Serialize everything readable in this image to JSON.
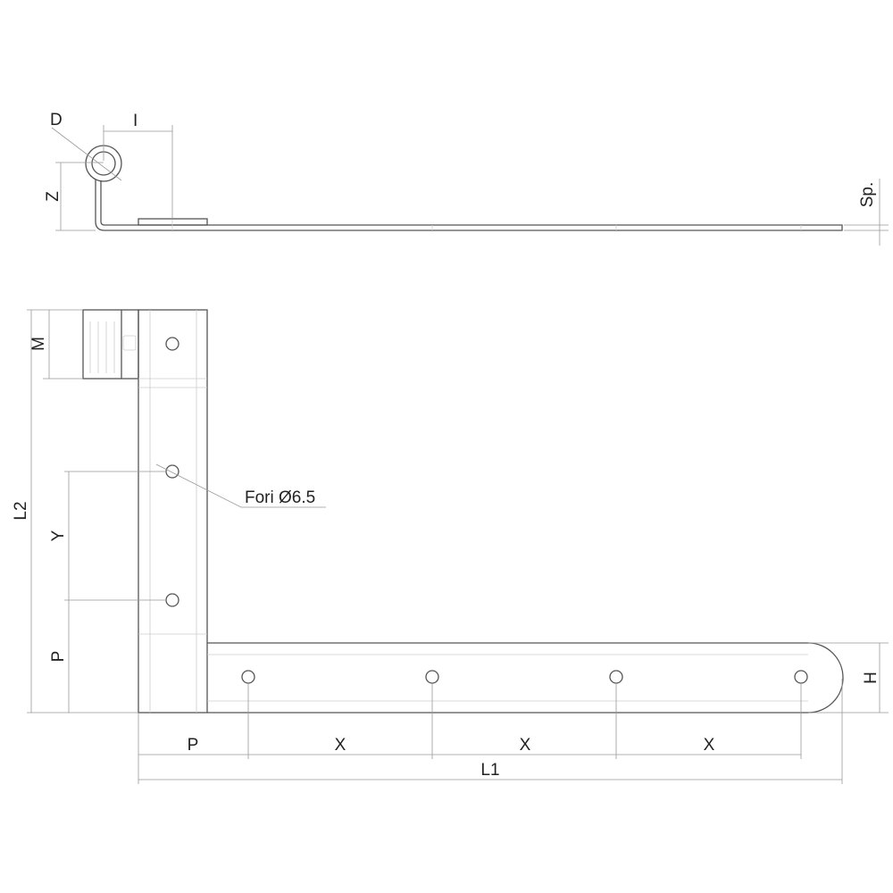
{
  "labels": {
    "D": "D",
    "I": "I",
    "Z": "Z",
    "Sp": "Sp.",
    "M": "M",
    "L2": "L2",
    "Y": "Y",
    "P_vertical": "P",
    "holes": "Fori Ø6.5",
    "H": "H",
    "P_horizontal": "P",
    "X1": "X",
    "X2": "X",
    "X3": "X",
    "L1": "L1"
  },
  "colors": {
    "outline": "#555555",
    "dimension": "#999999",
    "text": "#222222"
  }
}
